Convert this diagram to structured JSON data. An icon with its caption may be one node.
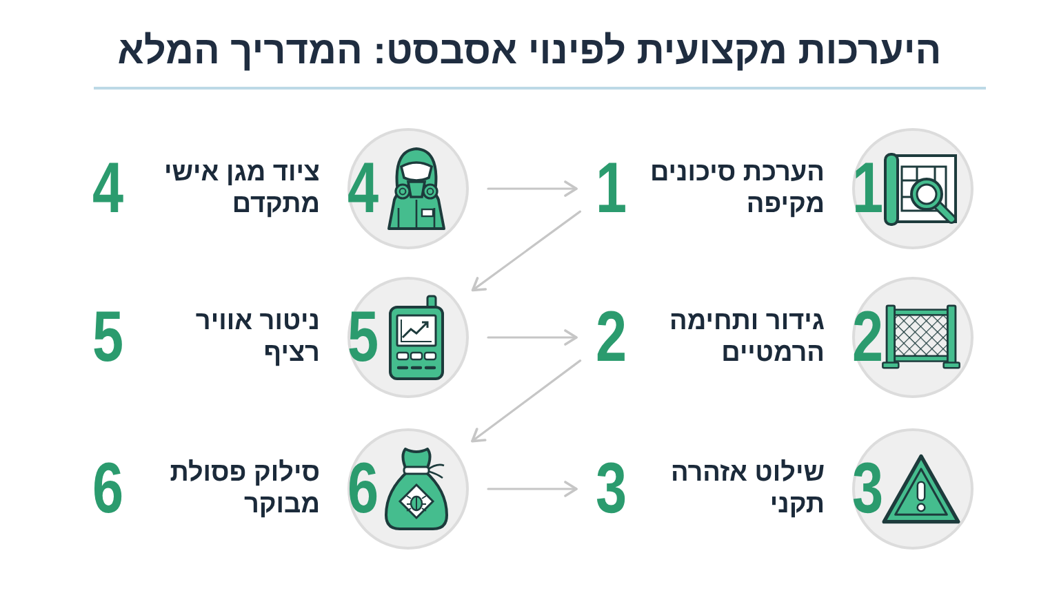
{
  "diagram": {
    "title": "היערכות מקצועית לפינוי אסבסט: המדריך המלא",
    "nodes": [
      {
        "text": [
          "1"
        ],
        "beside": [
          "הערכת סיכונים מקיפה"
        ]
      },
      {
        "text": [
          "1"
        ]
      },
      {
        "text": [
          "4"
        ],
        "beside": [
          "ציוד מגן אישי מתקדם"
        ]
      },
      {
        "text": [
          "2"
        ],
        "beside": [
          "גידור ותחימה הרמטיים"
        ]
      },
      {
        "text": [
          "2"
        ]
      },
      {
        "text": [
          "5"
        ],
        "beside": [
          "ניטור אוויר רציף"
        ]
      },
      {
        "text": [
          "3"
        ],
        "beside": [
          "שילוט אזהרה תקני"
        ]
      },
      {
        "text": [
          "3"
        ]
      },
      {
        "text": [
          "6"
        ],
        "beside": [
          "סילוק פסולת מבוקר"
        ]
      }
    ],
    "edges": [
      {
        "from": 2,
        "to": 1,
        "arrow": "to"
      },
      {
        "from": 1,
        "to": 5,
        "arrow": "to"
      },
      {
        "from": 5,
        "to": 4,
        "arrow": "to"
      },
      {
        "from": 4,
        "to": 8,
        "arrow": "to"
      },
      {
        "from": 8,
        "to": 7,
        "arrow": "to"
      }
    ],
    "labels": [
      "4",
      "5",
      "6"
    ]
  }
}
